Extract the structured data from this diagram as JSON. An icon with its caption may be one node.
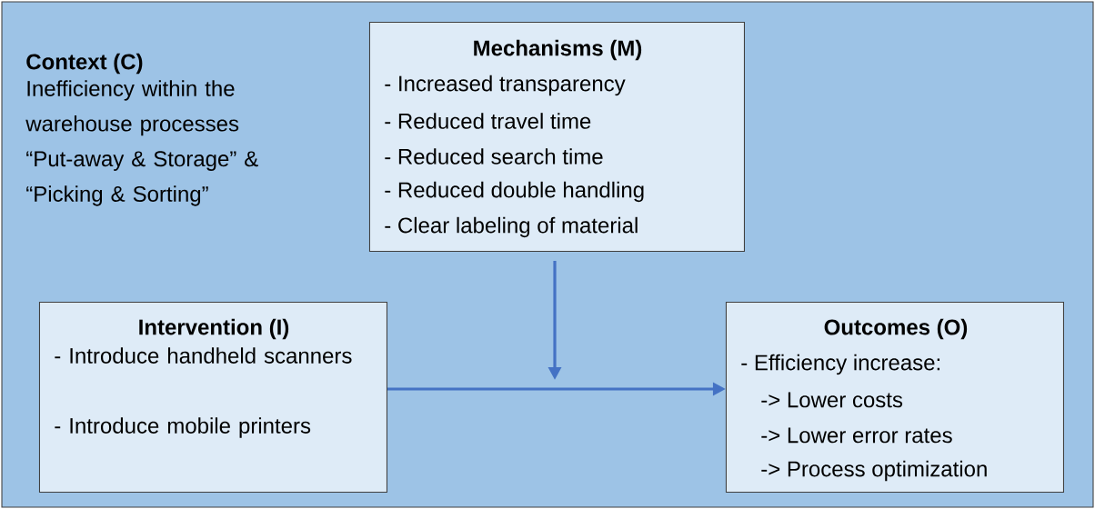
{
  "diagram": {
    "nodes": [
      {
        "text": [
          "Context (C)",
          "Inefficiency within the warehouse processes “Put-away & Storage” & “Picking & Sorting”"
        ]
      },
      {
        "text": [
          "Mechanisms (M)",
          "- Increased transparency",
          "- Reduced travel time",
          "- Reduced search time",
          "- Reduced double handling",
          "- Clear labeling of material"
        ],
        "in": 0
      },
      {
        "text": [
          "Intervention (I)",
          "- Introduce handheld scanners",
          "- Introduce mobile printers"
        ],
        "in": 0
      },
      {
        "text": [
          "Outcomes (O)",
          "- Efficiency increase:",
          "-> Lower costs",
          "-> Lower error rates",
          "-> Process optimization"
        ],
        "in": 0
      }
    ],
    "edges": [
      {
        "from": 1,
        "to": null,
        "arrow": "to"
      },
      {
        "from": 2,
        "to": 3,
        "arrow": "to"
      }
    ]
  }
}
